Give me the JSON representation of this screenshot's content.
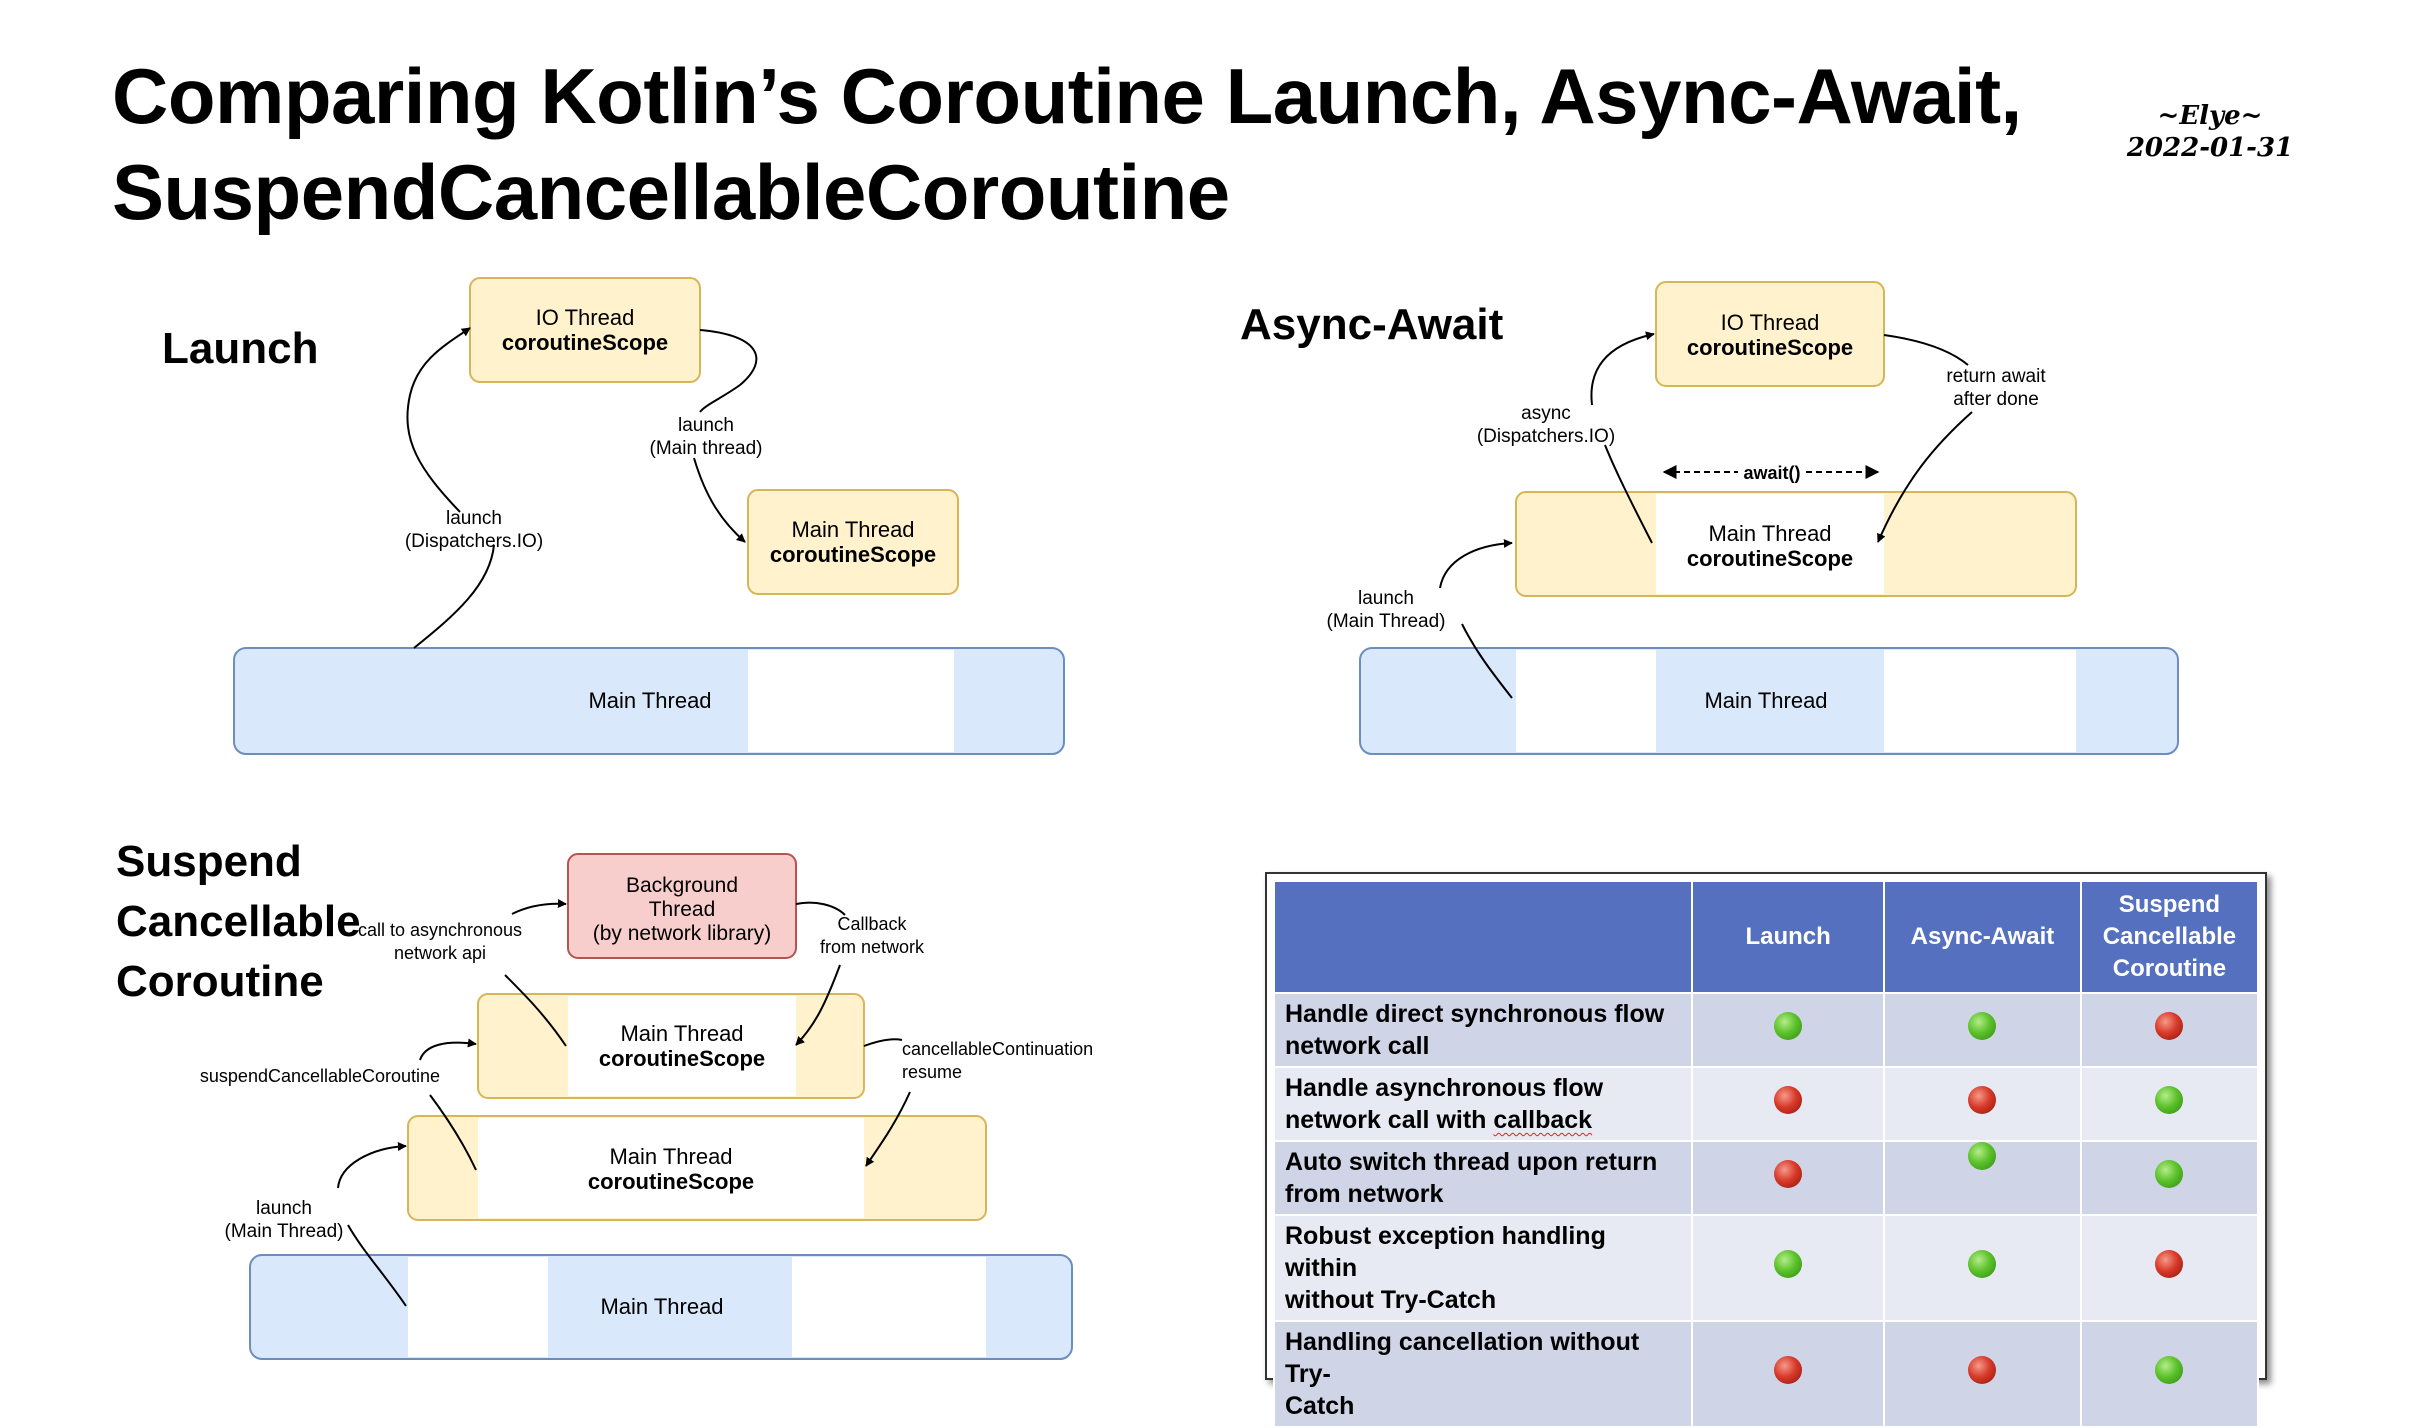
{
  "title": {
    "line1": "Comparing Kotlin’s Coroutine Launch, Async-Await,",
    "line2": "SuspendCancellableCoroutine"
  },
  "author": {
    "name": "~Elye~",
    "date": "2022-01-31"
  },
  "launch": {
    "label": "Launch",
    "io_box": {
      "line1": "IO Thread",
      "line2": "coroutineScope"
    },
    "main_box": {
      "line1": "Main Thread",
      "line2": "coroutineScope"
    },
    "main_thread": "Main Thread",
    "arrow_to_io": {
      "line1": "launch",
      "line2": "(Dispatchers.IO)"
    },
    "arrow_to_main": {
      "line1": "launch",
      "line2": "(Main thread)"
    }
  },
  "async": {
    "label": "Async-Await",
    "io_box": {
      "line1": "IO Thread",
      "line2": "coroutineScope"
    },
    "main_box": {
      "line1": "Main Thread",
      "line2": "coroutineScope"
    },
    "main_thread": "Main Thread",
    "await_label": "await()",
    "async_label": {
      "line1": "async",
      "line2": "(Dispatchers.IO)"
    },
    "return_label": {
      "line1": "return await",
      "line2": "after done"
    },
    "launch_label": {
      "line1": "launch",
      "line2": "(Main Thread)"
    }
  },
  "suspend": {
    "label": {
      "line1": "Suspend",
      "line2": "Cancellable",
      "line3": "Coroutine"
    },
    "bg_box": {
      "line1": "Background",
      "line2": "Thread",
      "line3": "(by network library)"
    },
    "upper_box": {
      "line1": "Main Thread",
      "line2": "coroutineScope"
    },
    "lower_box": {
      "line1": "Main Thread",
      "line2": "coroutineScope"
    },
    "main_thread": "Main Thread",
    "call_label": {
      "line1": "call to asynchronous",
      "line2": "network api"
    },
    "callback_label": {
      "line1": "Callback",
      "line2": "from network"
    },
    "cc_label": {
      "line1": "cancellableContinuation",
      "line2": "resume"
    },
    "scc_label": "suspendCancellableCoroutine",
    "launch_label": {
      "line1": "launch",
      "line2": "(Main Thread)"
    }
  },
  "table": {
    "headers": [
      "",
      "Launch",
      "Async-Await",
      "Suspend Cancellable Coroutine"
    ],
    "header_suspend": {
      "line1": "Suspend",
      "line2": "Cancellable",
      "line3": "Coroutine"
    },
    "rows": [
      {
        "feature": {
          "line1": "Handle direct synchronous flow",
          "line2": "network call"
        },
        "values": [
          "green",
          "green",
          "red"
        ]
      },
      {
        "feature": {
          "line1": "Handle asynchronous flow",
          "line2": "network call with",
          "line2_underlined": "callback"
        },
        "values": [
          "red",
          "red",
          "green"
        ]
      },
      {
        "feature": {
          "line1": "Auto switch thread upon return",
          "line2": "from network"
        },
        "values": [
          "red",
          "green",
          "green"
        ]
      },
      {
        "feature": {
          "line1": "Robust exception handling within",
          "line2": "without Try-Catch"
        },
        "values": [
          "green",
          "green",
          "red"
        ]
      },
      {
        "feature": {
          "line1": "Handling cancellation without Try-",
          "line2": "Catch"
        },
        "values": [
          "red",
          "red",
          "green"
        ]
      }
    ]
  },
  "colors": {
    "thread_fill": "#dae8fc",
    "thread_stroke": "#6c8ebf",
    "scope_fill": "#fff2cc",
    "scope_stroke": "#d6b656",
    "bg_fill": "#f8cecc",
    "bg_stroke": "#b85450",
    "header_blue": "#5470bf"
  }
}
